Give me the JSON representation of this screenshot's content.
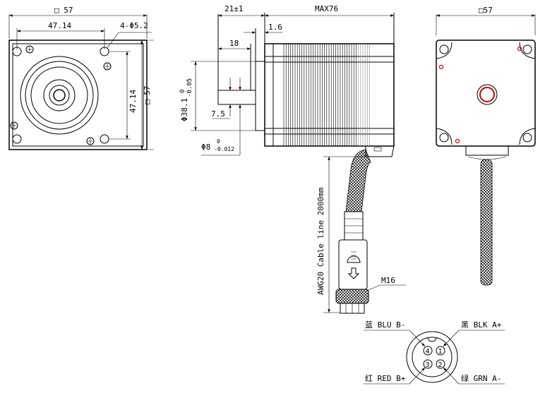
{
  "front_view": {
    "square_size": "□ 57",
    "hole_spacing_h": "47.14",
    "mount_holes": "4-Φ5.2",
    "hole_spacing_v": "47.14",
    "square_size_v": "□ 57"
  },
  "side_view": {
    "shaft_length": "21±1",
    "body_length": "MAX76",
    "boss_height": "1.6",
    "flat_length": "18",
    "boss_diameter": "Φ38.1",
    "boss_tol_upper": "0",
    "boss_tol_lower": "-0.05",
    "flat_depth": "7.5",
    "shaft_diameter": "Φ8",
    "shaft_tol_upper": "0",
    "shaft_tol_lower": "-0.012",
    "cable_label": "AWG20 Cable line 2000mm",
    "connector_thread": "M16"
  },
  "rear_view": {
    "square_size": "□57"
  },
  "pinout": {
    "pins": [
      {
        "num": "1",
        "label": "黑 BLK A+"
      },
      {
        "num": "2",
        "label": "绿 GRN A-"
      },
      {
        "num": "3",
        "label": "红 RED B+"
      },
      {
        "num": "4",
        "label": "蓝 BLU B-"
      }
    ]
  }
}
